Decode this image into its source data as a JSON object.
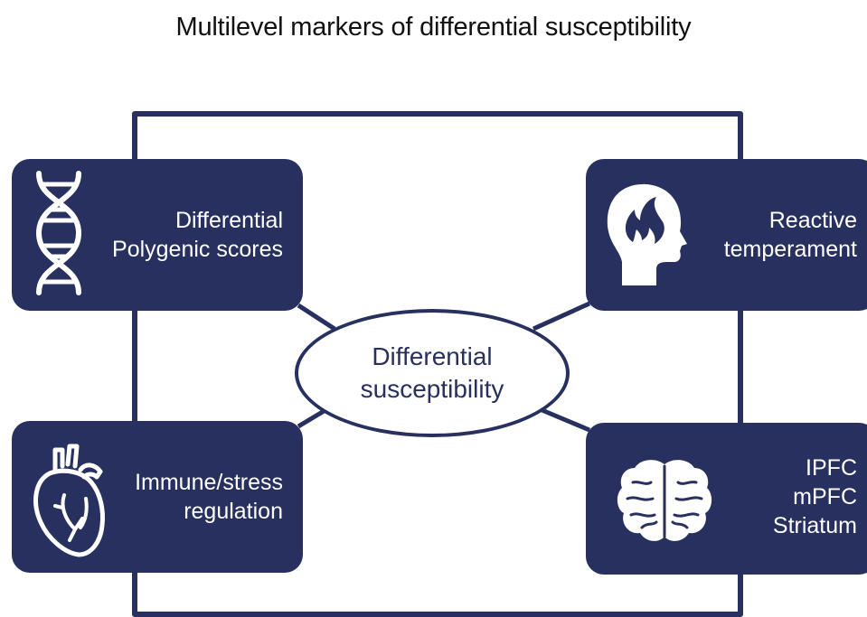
{
  "title": "Multilevel markers of differential susceptibility",
  "center": {
    "line1": "Differential",
    "line2": "susceptibility"
  },
  "boxes": {
    "genes": {
      "line1": "Differential",
      "line2": "Polygenic scores",
      "icon": "dna-icon"
    },
    "temperament": {
      "line1": "Reactive",
      "line2": "temperament",
      "icon": "head-flame-icon"
    },
    "immune": {
      "line1": "Immune/stress",
      "line2": "regulation",
      "icon": "heart-icon"
    },
    "brain": {
      "line1": "IPFC",
      "line2": "mPFC",
      "line3": "Striatum",
      "icon": "brain-icon"
    }
  },
  "colors": {
    "navy": "#27305e",
    "white": "#ffffff"
  }
}
